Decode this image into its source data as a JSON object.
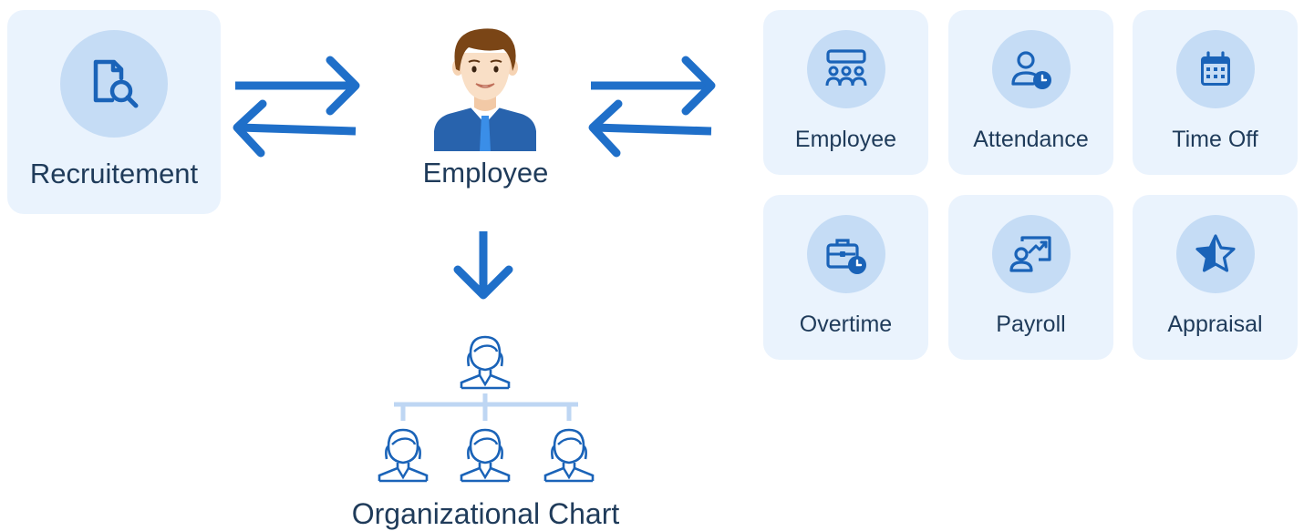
{
  "recruitment": {
    "label": "Recruitement",
    "icon": "document-search-icon"
  },
  "employee_center": {
    "label": "Employee",
    "icon": "employee-avatar-icon"
  },
  "org_chart": {
    "label": "Organizational Chart",
    "icon": "org-chart-icon"
  },
  "modules": [
    {
      "label": "Employee",
      "icon": "group-people-icon"
    },
    {
      "label": "Attendance",
      "icon": "person-clock-icon"
    },
    {
      "label": "Time Off",
      "icon": "calendar-icon"
    },
    {
      "label": "Overtime",
      "icon": "briefcase-clock-icon"
    },
    {
      "label": "Payroll",
      "icon": "person-chart-icon"
    },
    {
      "label": "Appraisal",
      "icon": "star-icon"
    }
  ],
  "colors": {
    "card_bg": "#eaf3fd",
    "icon_circle": "#c5dcf5",
    "icon_blue": "#1a63b8",
    "arrow_blue": "#1f6fc9",
    "text": "#1f3b5a"
  }
}
